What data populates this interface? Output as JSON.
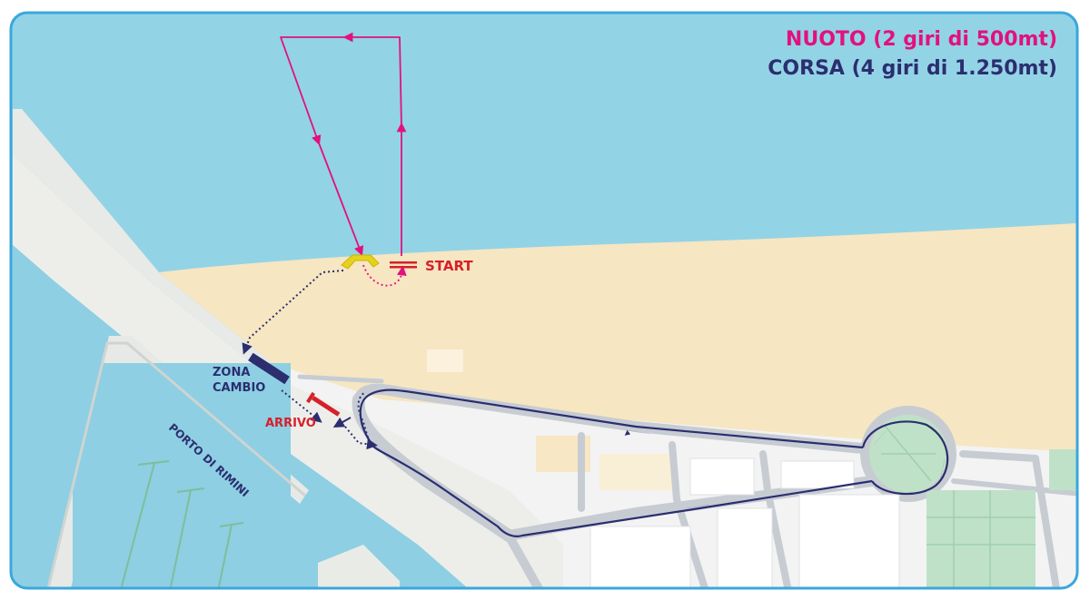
{
  "legend": {
    "swim": "NUOTO (2 giri di 500mt)",
    "run": "CORSA (4 giri di 1.250mt)"
  },
  "labels": {
    "start": "START",
    "zona": "ZONA",
    "cambio": "CAMBIO",
    "arrivo": "ARRIVO",
    "porto": "PORTO DI RIMINI"
  },
  "colors": {
    "sea": "#93d3e6",
    "sand": "#f6e6c2",
    "land": "#f1f1f1",
    "road": "#c7ccd3",
    "park": "#bfe1c8",
    "frame": "#3aa7dc",
    "swim_route": "#e2117f",
    "run_route": "#2b2e6f",
    "start_red": "#d6202a",
    "buoy_yellow": "#e6d21a"
  }
}
